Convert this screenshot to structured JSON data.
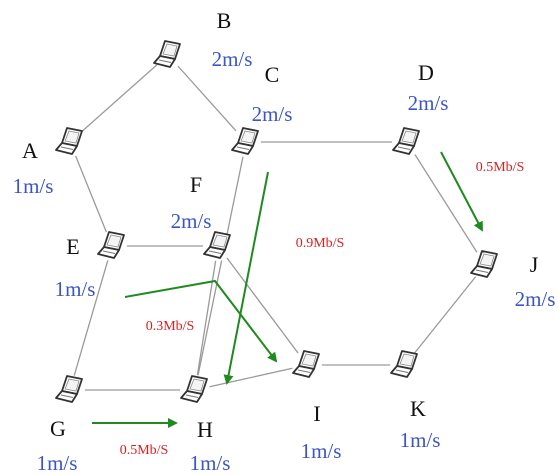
{
  "colors": {
    "link": "#9a9a9a",
    "flow_arrow": "#1f8a1f",
    "speed_text": "#3b55c9",
    "rate_text": "#d42020",
    "node_letter": "#111111",
    "laptop_icon": "#333333"
  },
  "nodes": [
    {
      "id": "A",
      "letter": "A",
      "speed": "1m/s"
    },
    {
      "id": "B",
      "letter": "B",
      "speed": "2m/s"
    },
    {
      "id": "C",
      "letter": "C",
      "speed": "2m/s"
    },
    {
      "id": "D",
      "letter": "D",
      "speed": "2m/s"
    },
    {
      "id": "E",
      "letter": "E",
      "speed": "1m/s"
    },
    {
      "id": "F",
      "letter": "F",
      "speed": "2m/s"
    },
    {
      "id": "G",
      "letter": "G",
      "speed": "1m/s"
    },
    {
      "id": "H",
      "letter": "H",
      "speed": "1m/s"
    },
    {
      "id": "I",
      "letter": "I",
      "speed": "1m/s"
    },
    {
      "id": "J",
      "letter": "J",
      "speed": "2m/s"
    },
    {
      "id": "K",
      "letter": "K",
      "speed": "1m/s"
    }
  ],
  "links": [
    [
      "A",
      "B"
    ],
    [
      "B",
      "C"
    ],
    [
      "A",
      "E"
    ],
    [
      "C",
      "D"
    ],
    [
      "D",
      "J"
    ],
    [
      "C",
      "H"
    ],
    [
      "E",
      "F"
    ],
    [
      "E",
      "G"
    ],
    [
      "F",
      "H"
    ],
    [
      "F",
      "I"
    ],
    [
      "G",
      "H"
    ],
    [
      "H",
      "I"
    ],
    [
      "I",
      "K"
    ],
    [
      "K",
      "J"
    ]
  ],
  "flows": [
    {
      "id": "flow-d-j",
      "rate": "0.5Mb/S"
    },
    {
      "id": "flow-c-h",
      "rate": "0.9Mb/S"
    },
    {
      "id": "flow-e-i",
      "rate": "0.3Mb/S"
    },
    {
      "id": "flow-g-h",
      "rate": "0.5Mb/S"
    }
  ],
  "icon": "laptop-icon"
}
